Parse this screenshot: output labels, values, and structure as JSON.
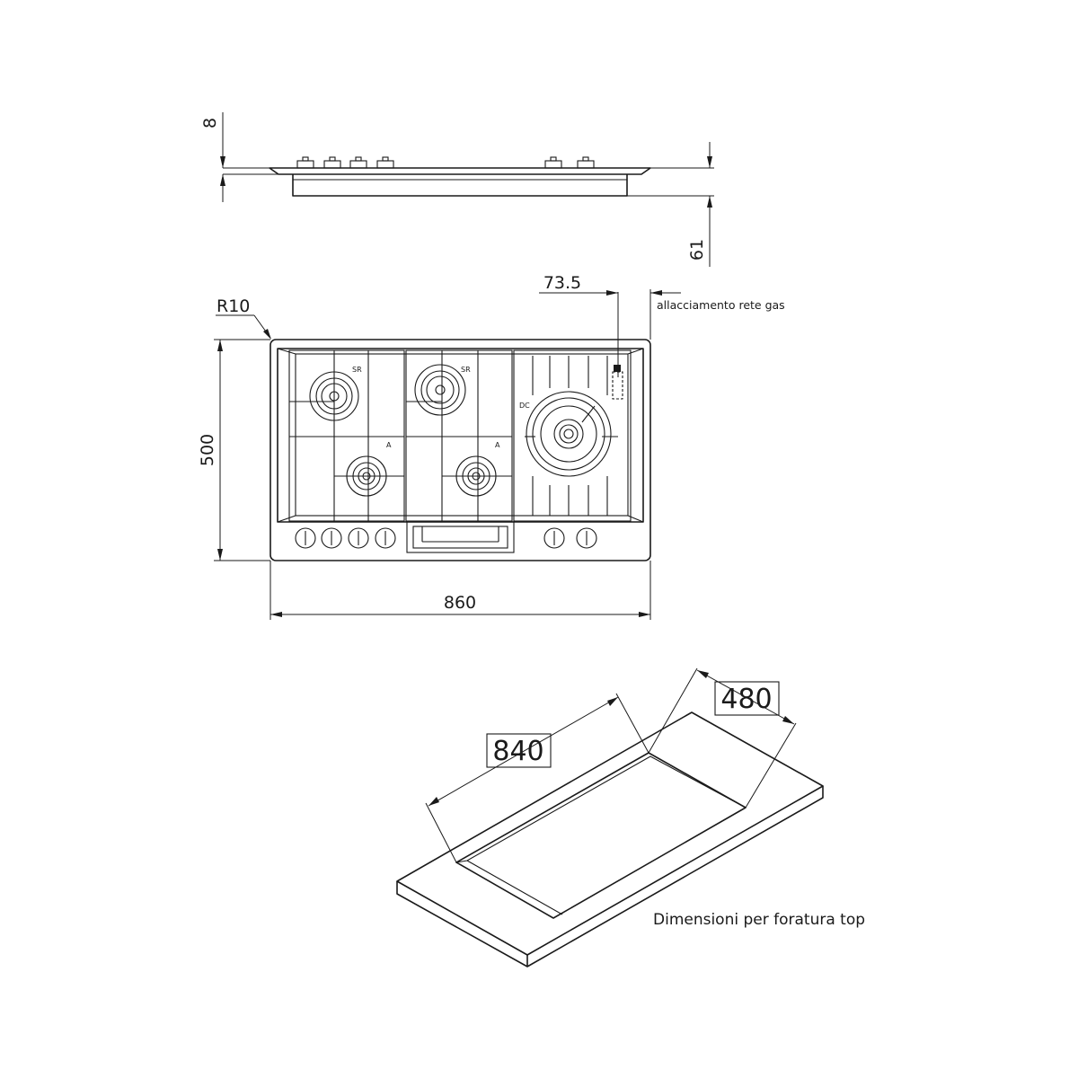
{
  "dimensions": {
    "frame_height": "8",
    "total_height": "61",
    "gas_offset": "73.5",
    "corner_radius": "R10",
    "depth": "500",
    "width": "860",
    "cutout_width": "840",
    "cutout_depth": "480"
  },
  "labels": {
    "gas_connection": "allacciamento rete gas",
    "cutout_caption": "Dimensioni per foratura top"
  },
  "burners": [
    {
      "code": "SR"
    },
    {
      "code": "SR"
    },
    {
      "code": "A"
    },
    {
      "code": "A"
    },
    {
      "code": "DC"
    }
  ]
}
